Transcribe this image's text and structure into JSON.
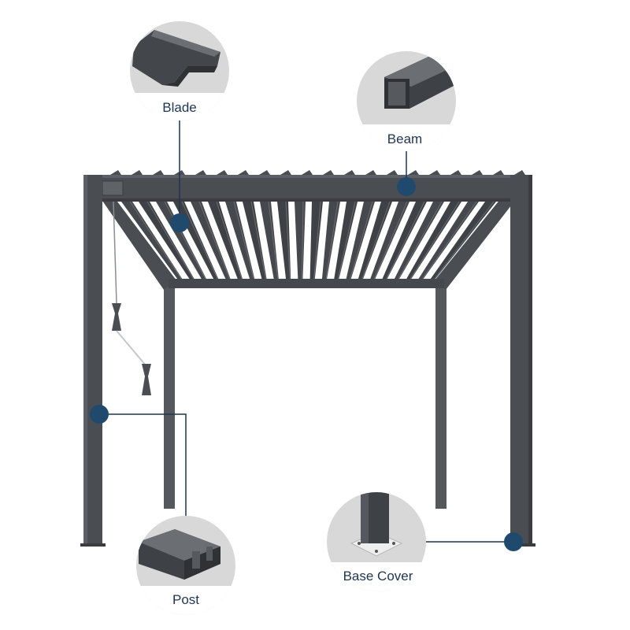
{
  "callouts": {
    "blade": "Blade",
    "beam": "Beam",
    "post": "Post",
    "base_cover": "Base Cover"
  },
  "colors": {
    "frame": "#4a4d52",
    "frame_dark": "#3a3c40",
    "frame_light": "#5c6066",
    "marker": "#1f4a6e",
    "leader": "#1f3550",
    "circle_bg": "#d6d6d6"
  }
}
